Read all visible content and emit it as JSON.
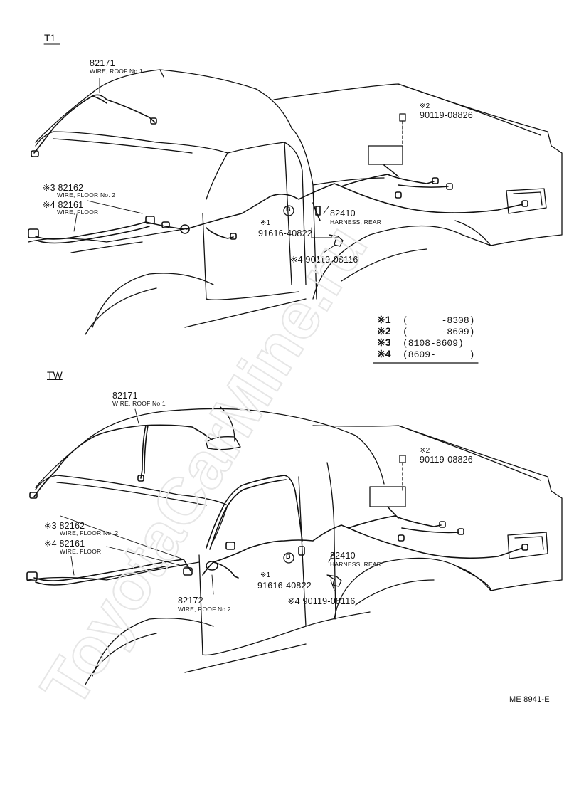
{
  "sections": {
    "t1_label": "T1",
    "tw_label": "TW"
  },
  "t1": {
    "roof1_code": "82171",
    "roof1_desc": "WIRE, ROOF No.1",
    "floor2_code": "※3 82162",
    "floor2_desc": "WIRE, FLOOR No. 2",
    "floor_code": "※4 82161",
    "floor_desc": "WIRE, FLOOR",
    "bolt2_mark": "※2",
    "bolt2_code": "90119-08826",
    "clip1_mark": "※1",
    "clip1_code": "91616-40822",
    "harness_code": "82410",
    "harness_desc": "HARNESS, REAR",
    "bolt4_code": "※4 90119-08116"
  },
  "tw": {
    "roof1_code": "82171",
    "roof1_desc": "WIRE, ROOF No.1",
    "floor2_code": "※3 82162",
    "floor2_desc": "WIRE, FLOOR No. 2",
    "floor_code": "※4 82161",
    "floor_desc": "WIRE, FLOOR",
    "bolt2_mark": "※2",
    "bolt2_code": "90119-08826",
    "clip1_mark": "※1",
    "clip1_code": "91616-40822",
    "harness_code": "82410",
    "harness_desc": "HARNESS, REAR",
    "bolt4_code": "※4 90119-08116",
    "roof2_code": "82172",
    "roof2_desc": "WIRE, ROOF No.2"
  },
  "legend": [
    {
      "mark": "※1",
      "range": "(      -8308)"
    },
    {
      "mark": "※2",
      "range": "(      -8609)"
    },
    {
      "mark": "※3",
      "range": "(8108-8609)"
    },
    {
      "mark": "※4",
      "range": "(8609-      )"
    }
  ],
  "ref_code": "ME 8941-E",
  "watermark": "ToyotaCarMine.ru",
  "clip_glyph": "B"
}
